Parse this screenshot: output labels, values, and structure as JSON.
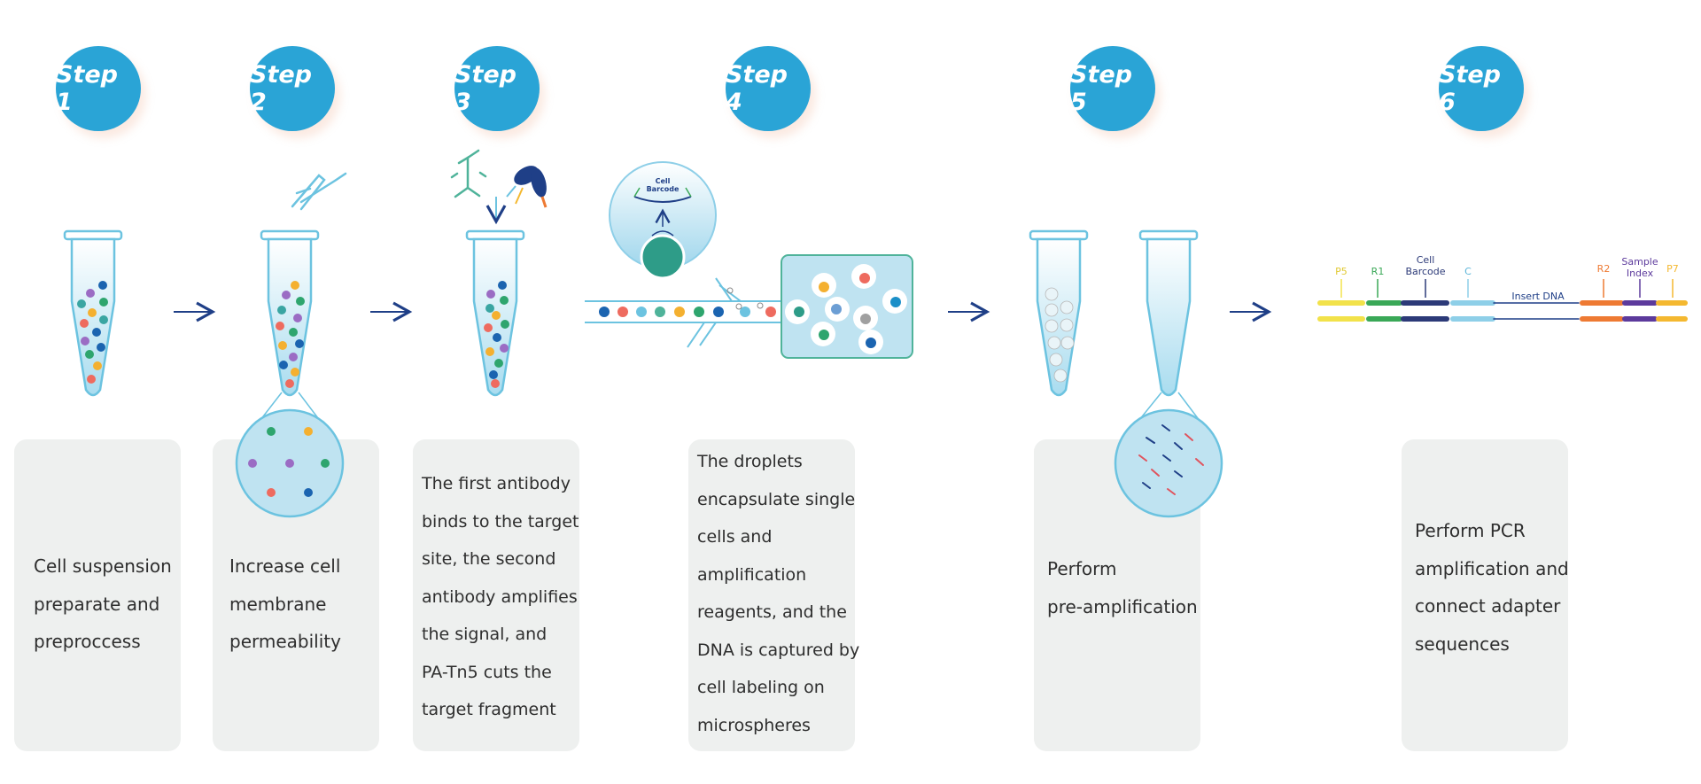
{
  "steps": [
    {
      "label": "Step 1",
      "text": [
        "Cell suspension",
        "preparate and",
        "preproccess"
      ]
    },
    {
      "label": "Step 2",
      "text": [
        "Increase cell",
        "membrane",
        "permeability"
      ]
    },
    {
      "label": "Step 3",
      "text": [
        "The first antibody",
        "binds to the target",
        "site, the second",
        "antibody amplifies",
        "the signal, and",
        "PA-Tn5 cuts the",
        "target fragment"
      ]
    },
    {
      "label": "Step 4",
      "text": [
        "The droplets",
        "encapsulate single",
        "cells and",
        "amplification",
        "reagents, and the",
        "DNA is captured by",
        "cell labeling on",
        "microspheres"
      ]
    },
    {
      "label": "Step 5",
      "text": [
        "Perform",
        "pre-amplification"
      ]
    },
    {
      "label": "Step 6",
      "text": [
        "Perform PCR",
        "amplification and",
        "connect adapter",
        "sequences"
      ]
    }
  ],
  "bubble_label": [
    "Cell",
    "Barcode"
  ],
  "dna_labels": {
    "p5": "P5",
    "r1": "R1",
    "cell_barcode": [
      "Cell",
      "Barcode"
    ],
    "c": "C",
    "insert": "Insert DNA",
    "r2": "R2",
    "sample_index": [
      "Sample",
      "Index"
    ],
    "p7": "P7"
  },
  "colors": {
    "badge": "#2aa4d6",
    "arrow": "#1f3f87",
    "card": "#eef0ef",
    "tube_stroke": "#6cc3e0",
    "p5": "#f2e24a",
    "r1": "#3aa857",
    "cell_barcode": "#2c3a78",
    "c": "#8ecfe8",
    "r2": "#ee7a33",
    "sample_index": "#5c3a9c",
    "p7": "#f4b830"
  }
}
